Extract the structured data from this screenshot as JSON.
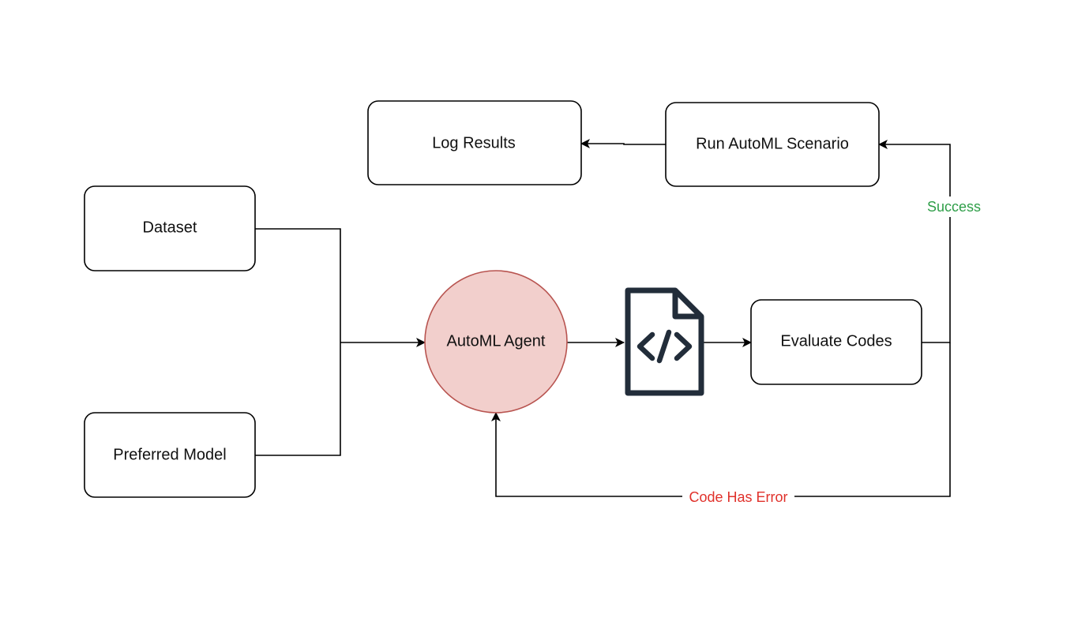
{
  "nodes": {
    "dataset": "Dataset",
    "preferred_model": "Preferred Model",
    "automl_agent": "AutoML Agent",
    "evaluate_codes": "Evaluate Codes",
    "run_automl_scenario": "Run AutoML Scenario",
    "log_results": "Log Results"
  },
  "edges": {
    "success": "Success",
    "code_has_error": "Code Has Error"
  },
  "icons": {
    "code_file": "code-file-icon"
  },
  "colors": {
    "agent_fill": "#f2cfcc",
    "agent_stroke": "#b85450",
    "success": "#2e9e48",
    "error": "#e0312b",
    "icon": "#222d3a"
  }
}
